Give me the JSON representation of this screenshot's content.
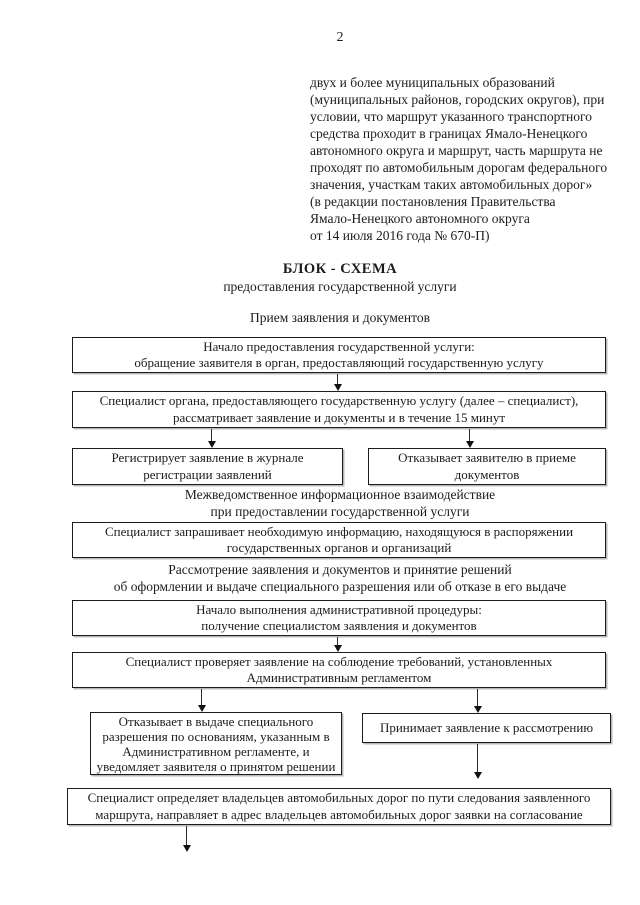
{
  "colors": {
    "paper": "#ffffff",
    "ink": "#1c1c1c"
  },
  "page": {
    "number": "2"
  },
  "intro": {
    "lines": [
      "двух и более муниципальных образований",
      "(муниципальных районов, городских округов), при",
      "условии, что маршрут указанного транспортного",
      "средства проходит в границах Ямало-Ненецкого",
      "автономного округа и маршрут, часть маршрута не",
      "проходят по автомобильным дорогам федерального",
      "значения, участкам таких автомобильных дорог»",
      "(в редакции постановления Правительства",
      "Ямало-Ненецкого автономного округа",
      "от 14 июля 2016 года № 670-П)"
    ]
  },
  "title": {
    "line1": "БЛОК - СХЕМА",
    "line2": "предоставления государственной услуги"
  },
  "sections": {
    "s1": "Прием заявления и документов",
    "s2l1": "Межведомственное информационное взаимодействие",
    "s2l2": "при предоставлении государственной услуги",
    "s3l1": "Рассмотрение заявления и документов и принятие решений",
    "s3l2": "об оформлении и выдаче специального разрешения или об отказе в его выдаче"
  },
  "flow": {
    "boxes": [
      {
        "lines": [
          "Начало предоставления государственной услуги:",
          "обращение заявителя в орган, предоставляющий государственную услугу"
        ]
      },
      {
        "lines": [
          "Специалист органа, предоставляющего государственную услугу (далее – специалист),",
          "рассматривает заявление и документы и в течение 15 минут"
        ]
      },
      {
        "lines": [
          "Регистрирует заявление в журнале",
          "регистрации заявлений"
        ]
      },
      {
        "lines": [
          "Отказывает заявителю в приеме",
          "документов"
        ]
      },
      {
        "lines": [
          "Специалист запрашивает необходимую информацию, находящуюся в распоряжении",
          "государственных органов и организаций"
        ]
      },
      {
        "lines": [
          "Начало выполнения административной процедуры:",
          "получение специалистом заявления и документов"
        ]
      },
      {
        "lines": [
          "Специалист проверяет заявление на соблюдение требований, установленных",
          "Административным регламентом"
        ]
      },
      {
        "lines": [
          "Отказывает в выдаче специального",
          "разрешения по основаниям, указанным в",
          "Административном регламенте, и",
          "уведомляет заявителя о принятом решении"
        ]
      },
      {
        "lines": [
          "Принимает заявление к рассмотрению"
        ]
      },
      {
        "lines": [
          "Специалист определяет владельцев автомобильных дорог по пути следования заявленного",
          "маршрута, направляет в адрес владельцев автомобильных дорог заявки на согласование"
        ]
      }
    ]
  }
}
